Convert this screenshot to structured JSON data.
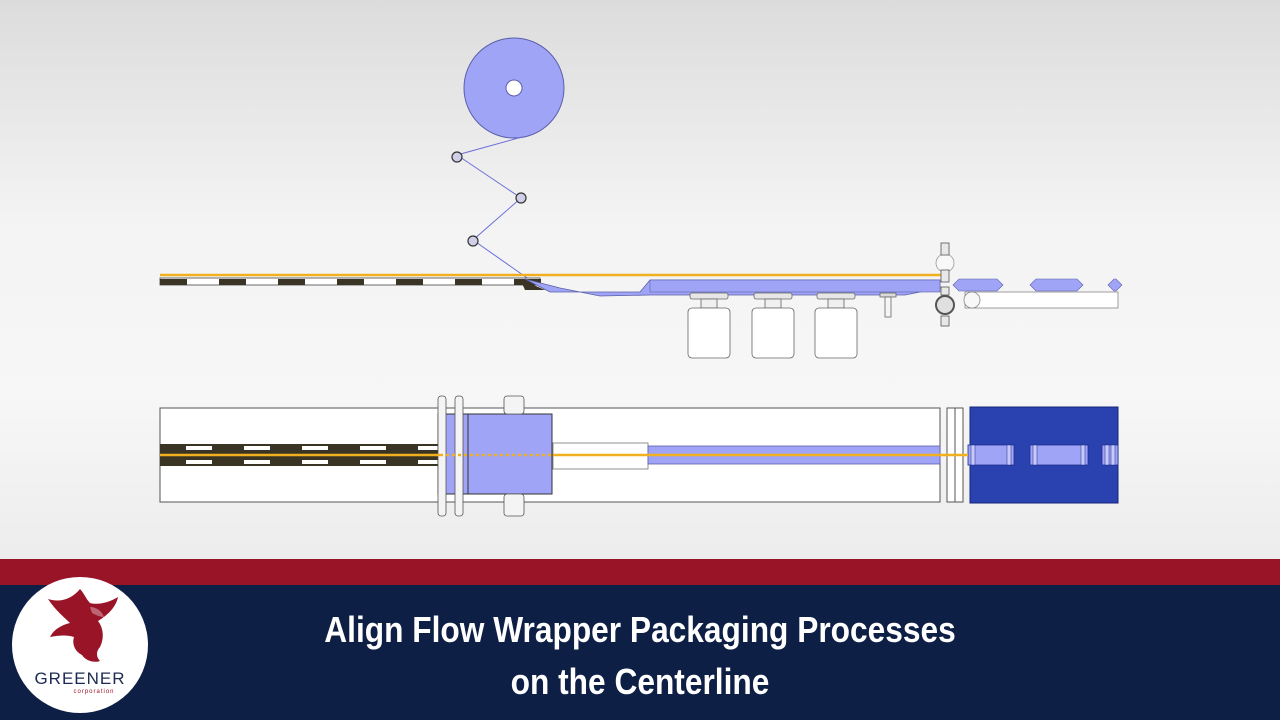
{
  "title": {
    "line1": "Align Flow Wrapper Packaging Processes",
    "line2": "on the Centerline"
  },
  "logo": {
    "name": "GREENER",
    "subtitle": "corporation",
    "icon": "eagle-icon"
  },
  "colors": {
    "film": "#a0a4f7",
    "product": "#3a3424",
    "centerline": "#f0b020",
    "bag_dark": "#2a42b0",
    "red_stripe": "#9a1428",
    "navy": "#0e1f45"
  }
}
